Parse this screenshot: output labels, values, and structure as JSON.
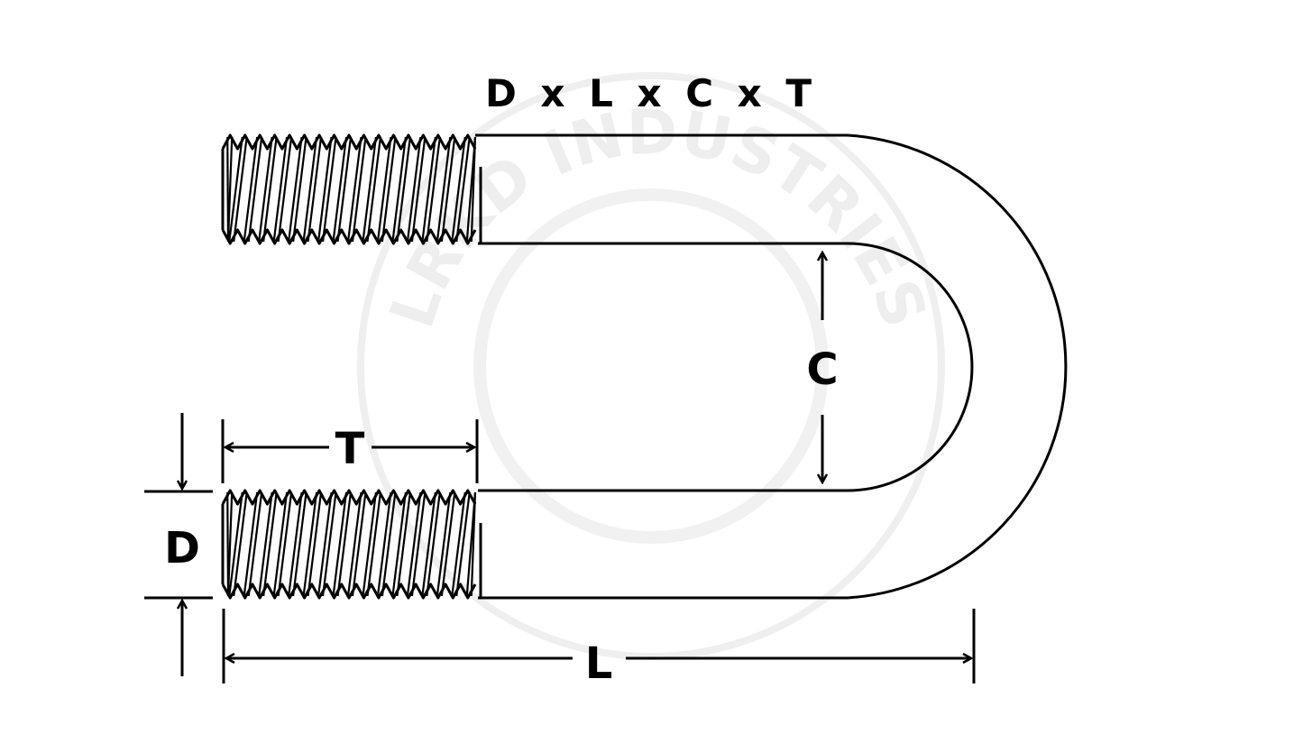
{
  "title": "D x L x C x T",
  "watermark": "LRKD INDUSTRIES",
  "dimensions": {
    "D": "D",
    "L": "L",
    "C": "C",
    "T": "T"
  },
  "colors": {
    "stroke": "#000000",
    "watermark": "#e8e8e8"
  }
}
